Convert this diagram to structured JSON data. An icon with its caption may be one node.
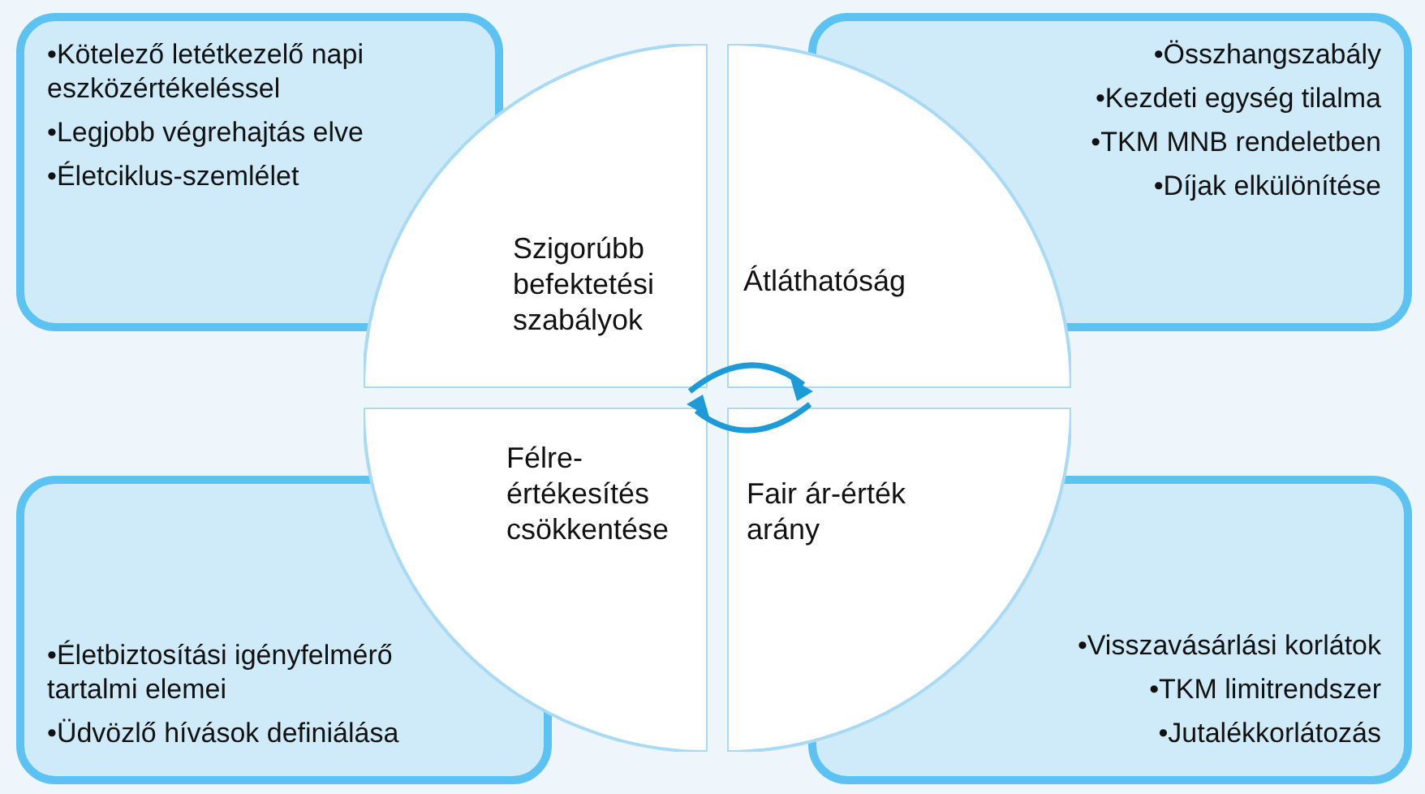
{
  "diagram": {
    "nodes": [
      {
        "text": [
          "•Kötelező letétkezelő napi eszközértékeléssel",
          "•Legjobb végrehajtás elve",
          "•Életciklus-szemlélet"
        ]
      },
      {
        "text": [
          "•Összhangszabály",
          "•Kezdeti egység tilalma",
          "•TKM MNB rendeletben",
          "•Díjak elkülönítése"
        ]
      },
      {
        "text": [
          "Szigorúbb befektetési szabályok"
        ]
      },
      {
        "text": [
          "Átláthatóság"
        ]
      },
      {
        "text": [
          "Félre-értékesítés csökkentése"
        ]
      },
      {
        "text": [
          "Fair ár-érték arány"
        ]
      },
      {
        "text": [
          "•Életbiztosítási igényfelmérő tartalmi elemei",
          "•Üdvözlő hívások definiálása"
        ]
      },
      {
        "text": [
          "•Visszavásárlási korlátok",
          "•TKM limitrendszer",
          "•Jutalékkorlátozás"
        ]
      }
    ]
  }
}
